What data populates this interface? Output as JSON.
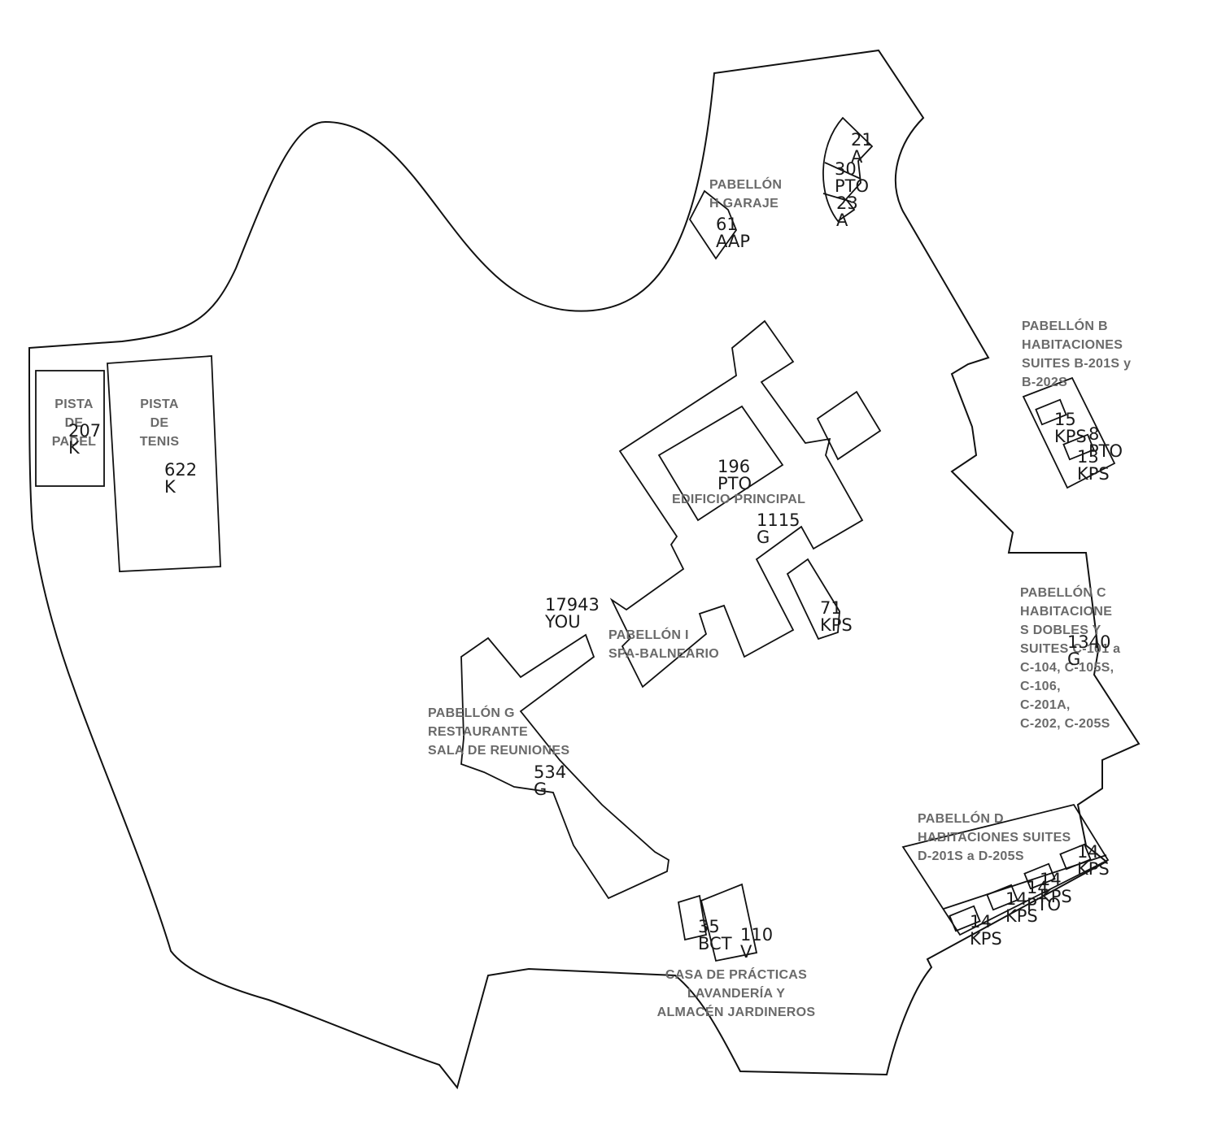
{
  "colors": {
    "stroke": "#111111",
    "label": "#6a6a6a",
    "code": "#1a1a1a",
    "background": "#ffffff"
  },
  "labels": {
    "pista_padel": [
      "PISTA",
      "DE",
      "PADEL"
    ],
    "pista_tenis": [
      "PISTA",
      "DE",
      "TENIS"
    ],
    "pabellon_h": [
      "PABELLÓN",
      "H GARAJE"
    ],
    "pabellon_b": [
      "PABELLÓN B",
      "HABITACIONES",
      "SUITES B-201S y",
      "B-202S"
    ],
    "edificio_principal": "EDIFICIO PRINCIPAL",
    "pabellon_i": [
      "PABELLÓN I",
      "SPA-BALNEARIO"
    ],
    "pabellon_c": [
      "PABELLÓN C",
      "HABITACIONE",
      "S DOBLES Y",
      "SUITES C-101 a",
      "C-104, C-105S,",
      "C-106,",
      "C-201A,",
      "C-202, C-205S"
    ],
    "pabellon_g": [
      "PABELLÓN G",
      "RESTAURANTE",
      "SALA DE REUNIONES"
    ],
    "pabellon_d": [
      "PABELLÓN D",
      "HABITACIONES SUITES",
      "D-201S a D-205S"
    ],
    "casa": [
      "CASA DE PRÁCTICAS",
      "LAVANDERÍA Y",
      "ALMACÉN JARDINEROS"
    ]
  },
  "codes": {
    "padel": [
      "207",
      "K"
    ],
    "tenis": [
      "622",
      "K"
    ],
    "garaje": [
      "61",
      "AAP"
    ],
    "top_21": [
      "21",
      "A"
    ],
    "top_30": [
      "30",
      "PTO"
    ],
    "top_23": [
      "23",
      "A"
    ],
    "main_196": [
      "196",
      "PTO"
    ],
    "main_1115": [
      "1115",
      "G"
    ],
    "you": [
      "17943",
      "YOU"
    ],
    "kps_71": [
      "71",
      "KPS"
    ],
    "b_15": [
      "15",
      "KPS"
    ],
    "b_8": [
      "8",
      "PTO"
    ],
    "b_13": [
      "13",
      "KPS"
    ],
    "c_1340": [
      "1340",
      "G"
    ],
    "g_534": [
      "534",
      "G"
    ],
    "d_1": [
      "14",
      "KPS"
    ],
    "d_2": [
      "14",
      "KPS"
    ],
    "d_3": [
      "14",
      "KPS"
    ],
    "d_4": [
      "14",
      "PTO"
    ],
    "d_5": [
      "14",
      "KPS"
    ],
    "casa_35": [
      "35",
      "BCT"
    ],
    "casa_110": [
      "110",
      "V"
    ]
  }
}
